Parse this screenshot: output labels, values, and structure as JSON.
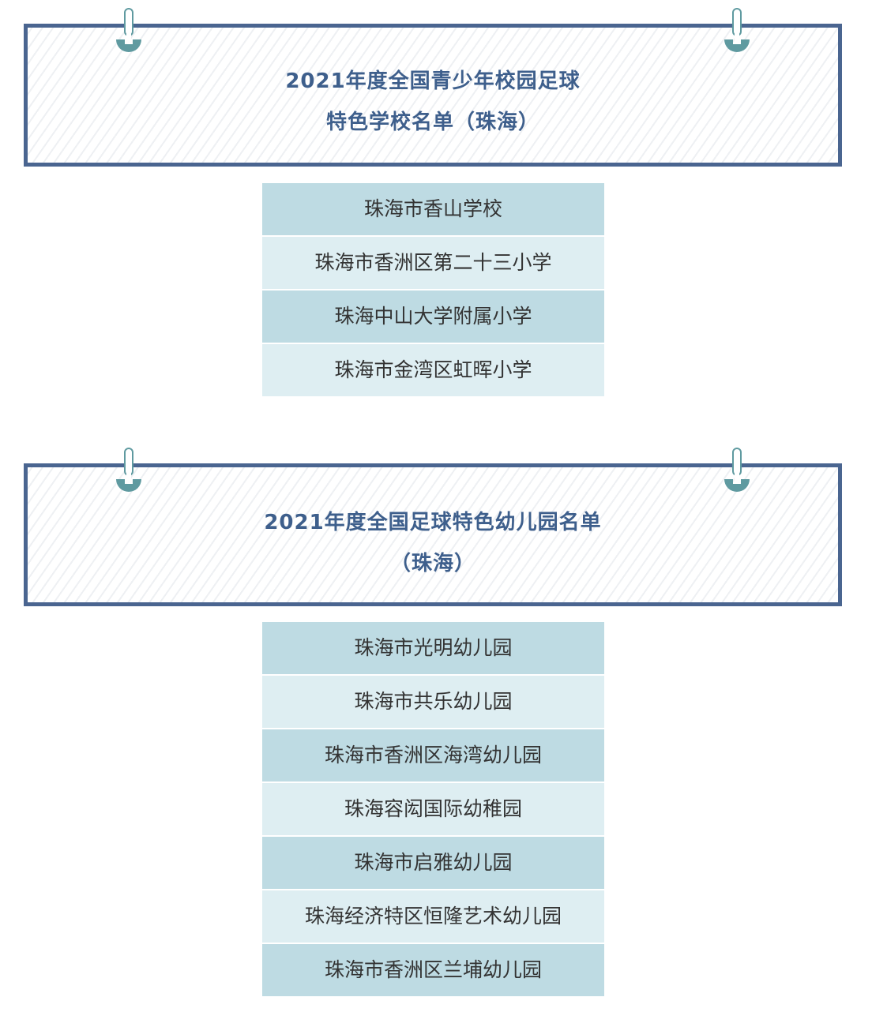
{
  "sections": [
    {
      "title_line1": "2021年度全国青少年校园足球",
      "title_line2": "特色学校名单（珠海）",
      "items": [
        "珠海市香山学校",
        "珠海市香洲区第二十三小学",
        "珠海中山大学附属小学",
        "珠海市金湾区虹晖小学"
      ]
    },
    {
      "title_line1": "2021年度全国足球特色幼儿园名单",
      "title_line2": "（珠海）",
      "items": [
        "珠海市光明幼儿园",
        "珠海市共乐幼儿园",
        "珠海市香洲区海湾幼儿园",
        "珠海容闳国际幼稚园",
        "珠海市启雅幼儿园",
        "珠海经济特区恒隆艺术幼儿园",
        "珠海市香洲区兰埔幼儿园"
      ]
    }
  ],
  "colors": {
    "banner_border": "#4a6590",
    "title_text": "#3e5f8c",
    "pin_fill": "#5f9aa0",
    "row_dark": "#bedbe3",
    "row_light": "#deeef2"
  },
  "icons": {
    "pin": "pin-icon"
  }
}
